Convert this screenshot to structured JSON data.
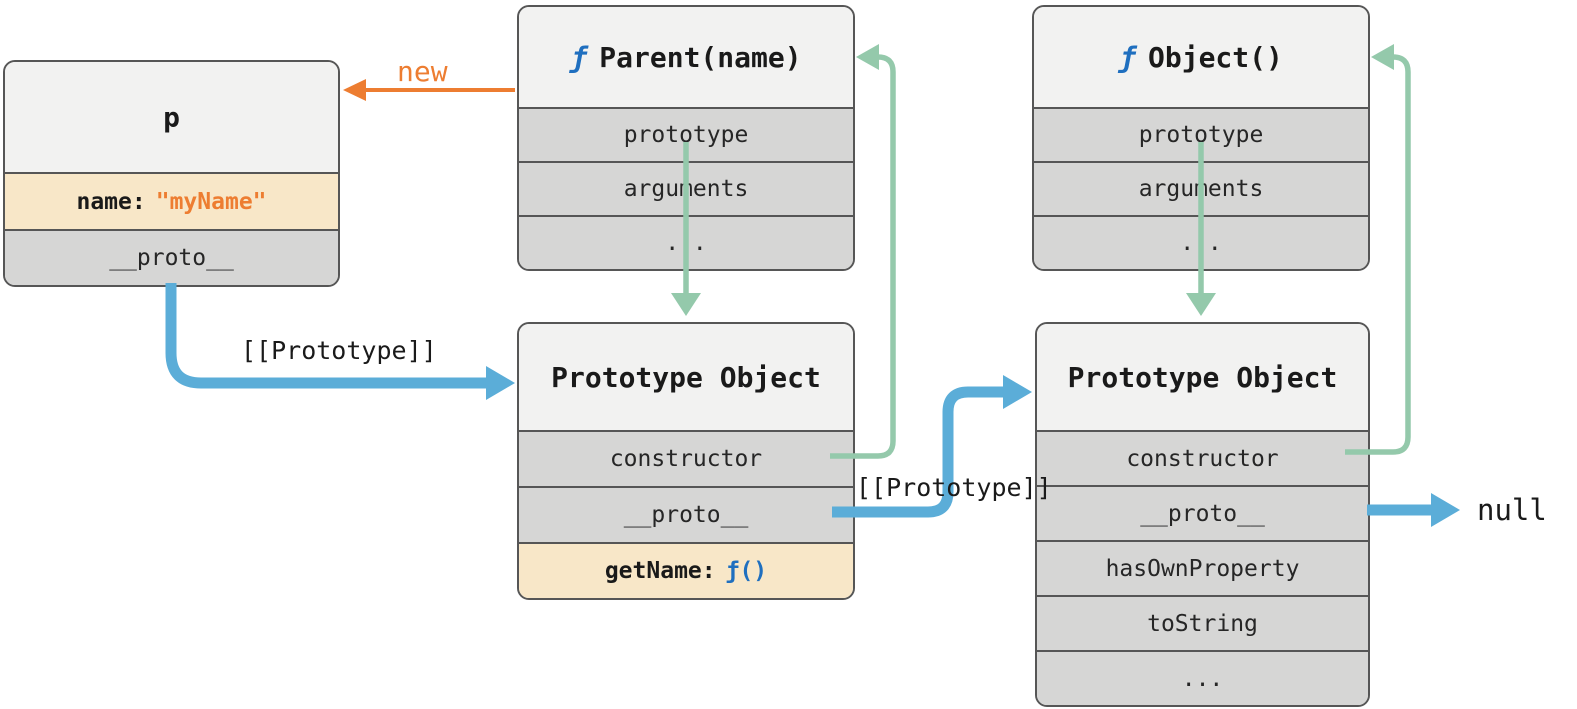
{
  "diagram": {
    "boxes": {
      "p": {
        "title": "p",
        "name_row": {
          "label": "name:",
          "value": "\"myName\""
        },
        "proto_row": "__proto__"
      },
      "parent": {
        "fn": "ƒ",
        "title": "Parent(name)",
        "rows": [
          "prototype",
          "arguments",
          "..."
        ]
      },
      "object": {
        "fn": "ƒ",
        "title": "Object()",
        "rows": [
          "prototype",
          "arguments",
          "..."
        ]
      },
      "parent_prototype": {
        "title": "Prototype Object",
        "rows": [
          "constructor",
          "__proto__"
        ],
        "getname_row": {
          "label": "getName:",
          "value": "ƒ()"
        }
      },
      "object_prototype": {
        "title": "Prototype Object",
        "rows": [
          "constructor",
          "__proto__",
          "hasOwnProperty",
          "toString",
          "..."
        ]
      }
    },
    "labels": {
      "new": "new",
      "prototype_link_p": "[[Prototype]]",
      "prototype_link_proto": "[[Prototype]]",
      "null": "null"
    },
    "colors": {
      "blue_arrow": "#5badd8",
      "green_arrow": "#94c9ab",
      "orange": "#ed7d31",
      "highlight_bg": "#f8e7c8",
      "fn_blue": "#1f6fbf"
    }
  }
}
